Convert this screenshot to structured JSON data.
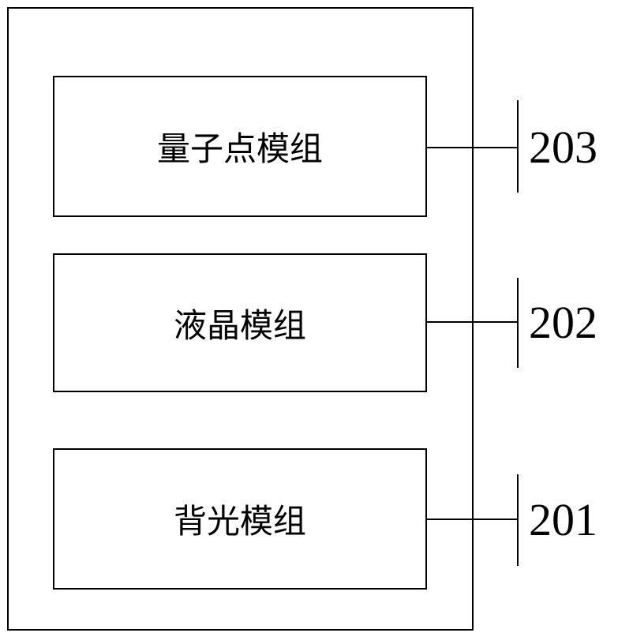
{
  "modules": [
    {
      "label": "量子点模组",
      "ref": "203"
    },
    {
      "label": "液晶模组",
      "ref": "202"
    },
    {
      "label": "背光模组",
      "ref": "201"
    }
  ]
}
